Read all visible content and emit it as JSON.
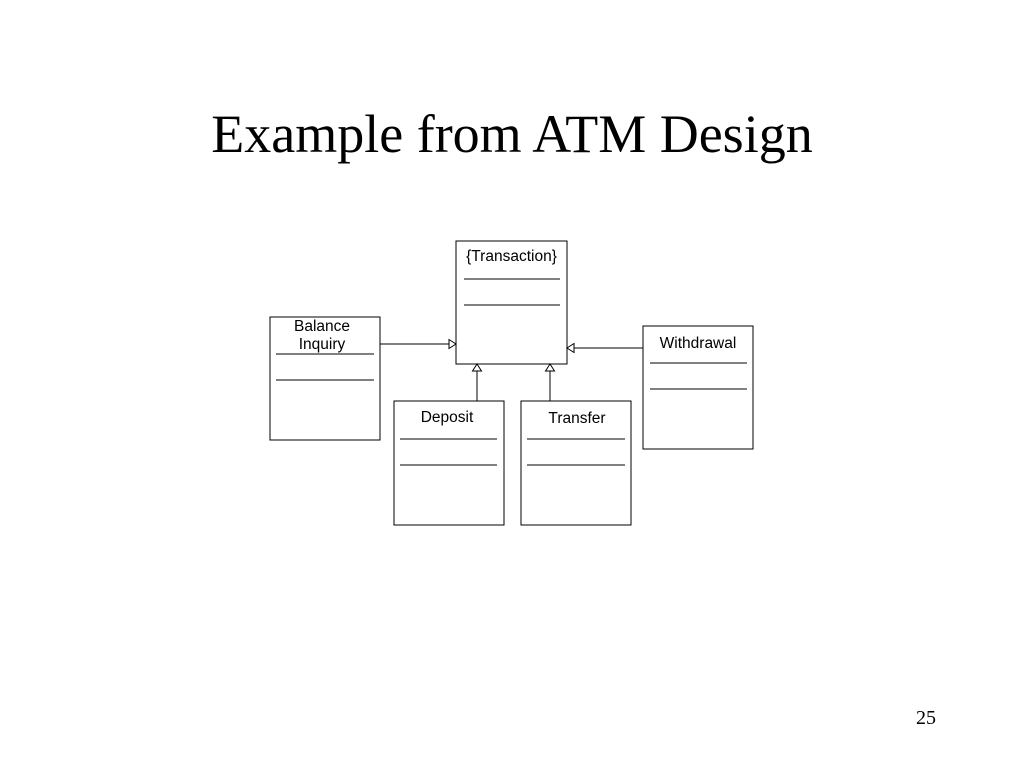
{
  "slide": {
    "title": "Example from ATM Design",
    "page_number": "25"
  },
  "diagram": {
    "line_color": "#000000",
    "background": "#ffffff",
    "classes": {
      "transaction": "{Transaction}",
      "balance_inquiry_line1": "Balance",
      "balance_inquiry_line2": "Inquiry",
      "deposit": "Deposit",
      "transfer": "Transfer",
      "withdrawal": "Withdrawal"
    }
  }
}
